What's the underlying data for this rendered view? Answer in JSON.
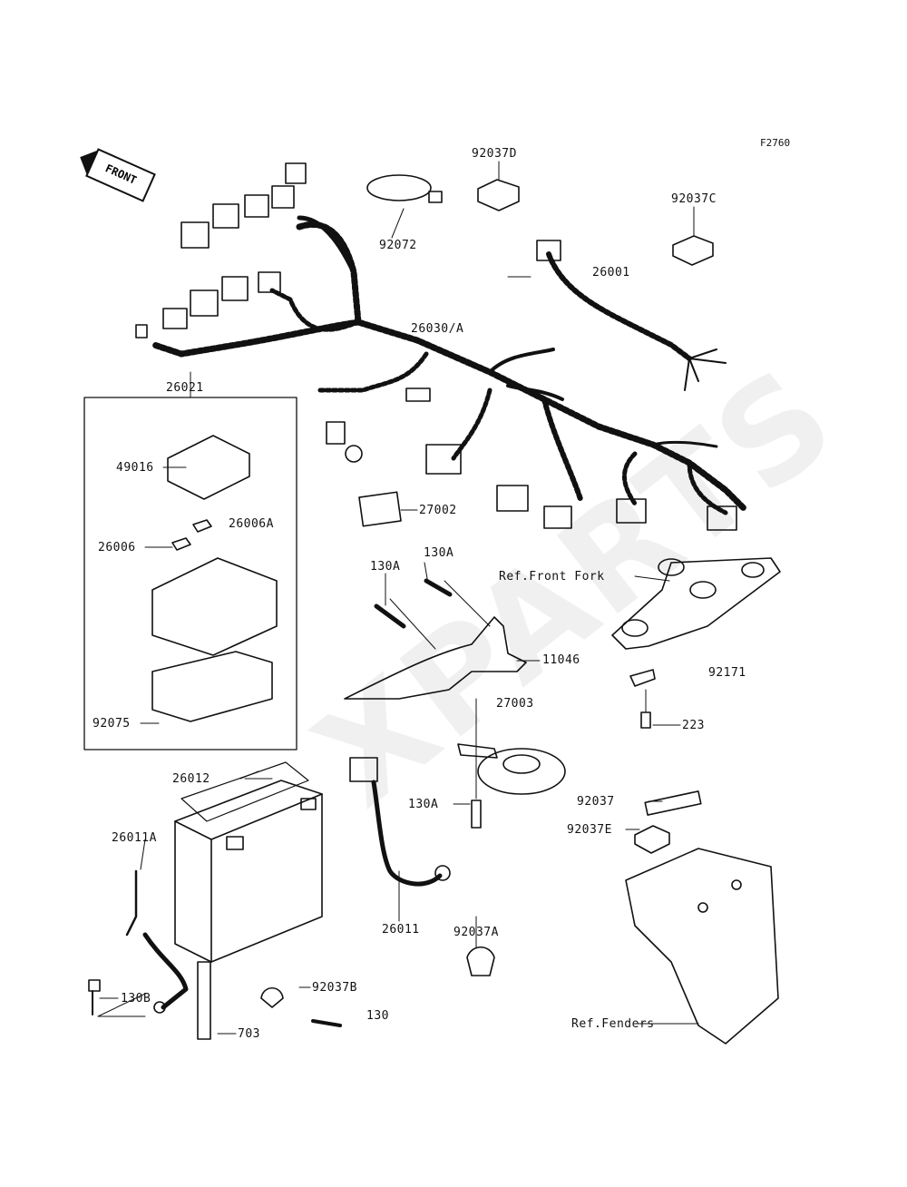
{
  "figure_code": "F2760",
  "front_label": "FRONT",
  "watermark": "XPARTS",
  "part_labels": {
    "p92037D": "92037D",
    "p92037C": "92037C",
    "p92072": "92072",
    "p26001": "26001",
    "p26030A": "26030/A",
    "p26021": "26021",
    "p49016": "49016",
    "p26006A": "26006A",
    "p26006": "26006",
    "p92075": "92075",
    "p27002": "27002",
    "p130A_1": "130A",
    "p130A_2": "130A",
    "p130A_3": "130A",
    "p11046": "11046",
    "p27003": "27003",
    "ref_front_fork": "Ref.Front Fork",
    "p92171": "92171",
    "p223": "223",
    "p26012": "26012",
    "p26011A": "26011A",
    "p130B": "130B",
    "p703": "703",
    "p92037B": "92037B",
    "p130": "130",
    "p26011": "26011",
    "p92037A": "92037A",
    "p92037": "92037",
    "p92037E": "92037E",
    "ref_fenders": "Ref.Fenders"
  }
}
